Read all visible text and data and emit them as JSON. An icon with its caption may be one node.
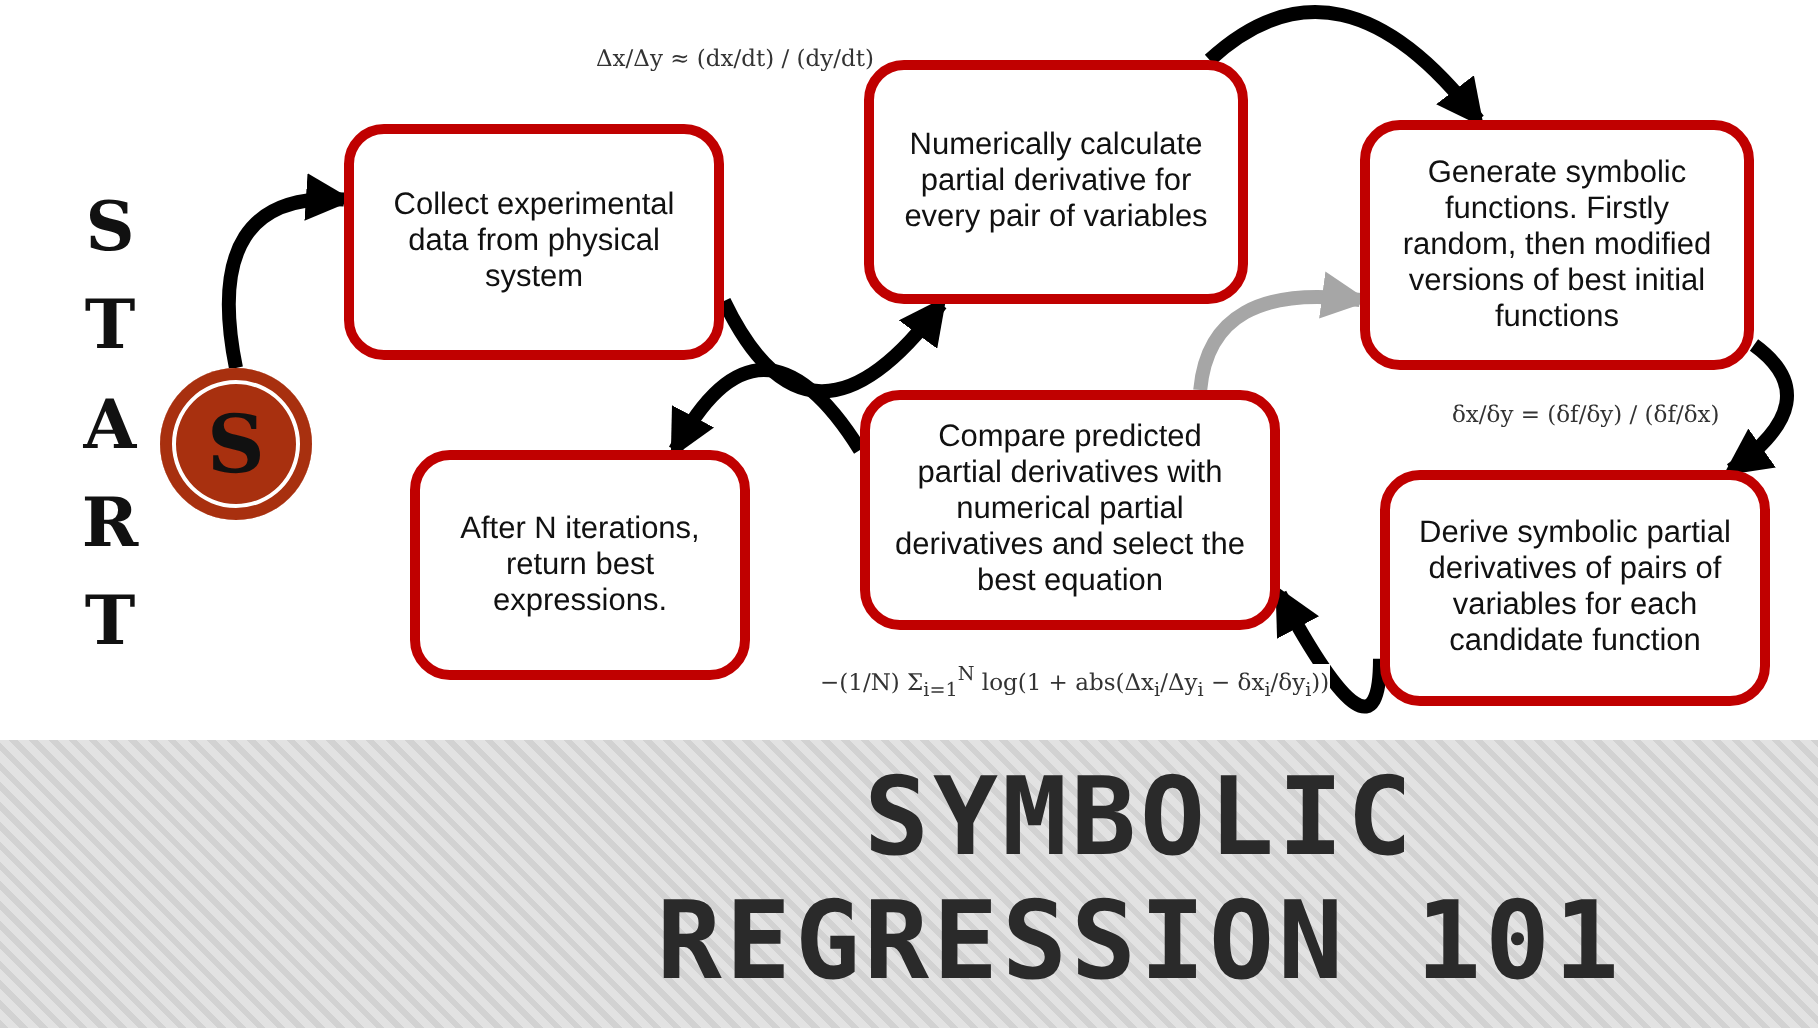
{
  "diagram": {
    "title": "SYMBOLIC REGRESSION 101",
    "nodes": [
      {
        "text": [
          "S"
        ],
        "beside": [
          "START"
        ]
      },
      {
        "text": [
          "Collect experimental data from physical system"
        ]
      },
      {
        "text": [
          "Numerically calculate partial derivative for every pair of variables"
        ]
      },
      {
        "text": [
          "Generate symbolic functions. Firstly random, then modified versions of best initial functions"
        ]
      },
      {
        "text": [
          "Derive symbolic partial derivatives of pairs of variables for each candidate function"
        ]
      },
      {
        "text": [
          "Compare predicted partial derivatives with numerical partial derivatives and select the best equation"
        ]
      },
      {
        "text": [
          "After N iterations, return best expressions."
        ]
      }
    ],
    "edges": [
      {
        "from": 0,
        "to": 1,
        "arrow": "to"
      },
      {
        "from": 1,
        "to": 2,
        "arrow": "to"
      },
      {
        "from": 2,
        "to": 3,
        "arrow": "to"
      },
      {
        "from": 3,
        "to": 4,
        "arrow": "to"
      },
      {
        "from": 4,
        "to": 5,
        "arrow": "to"
      },
      {
        "from": 5,
        "to": 3,
        "arrow": "to",
        "color": "#a6a6a6"
      },
      {
        "from": 5,
        "to": 6,
        "arrow": "to"
      }
    ],
    "labels": [
      "Δx/Δy ≈ (dx/dt) / (dy/dt)",
      "δx/δy = (δf/δy) / (δf/δx)",
      "−(1/N) Σ$_{i=1}$$^{N}$ log(1 + abs(Δx$_{i}$/Δy$_{i}$ − δx$_{i}$/δy$_{i}$))"
    ]
  }
}
